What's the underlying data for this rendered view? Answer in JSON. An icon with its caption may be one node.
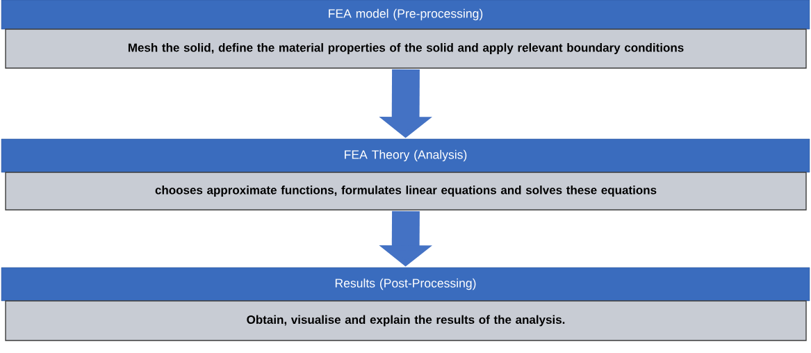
{
  "diagram": {
    "nodes": [
      {
        "text": [
          "FEA model (Pre-processing)"
        ]
      },
      {
        "text": [
          "Mesh the solid, define the material properties of the solid and apply relevant boundary conditions"
        ]
      },
      {
        "text": [
          "FEA Theory (Analysis)"
        ]
      },
      {
        "text": [
          "chooses approximate functions, formulates linear equations and solves these equations"
        ]
      },
      {
        "text": [
          "Results (Post-Processing)"
        ]
      },
      {
        "text": [
          "Obtain, visualise and explain the results of the analysis."
        ]
      }
    ],
    "edges": [
      {
        "from": 1,
        "to": 2,
        "arrow": "to"
      },
      {
        "from": 3,
        "to": 4,
        "arrow": "to"
      }
    ]
  }
}
